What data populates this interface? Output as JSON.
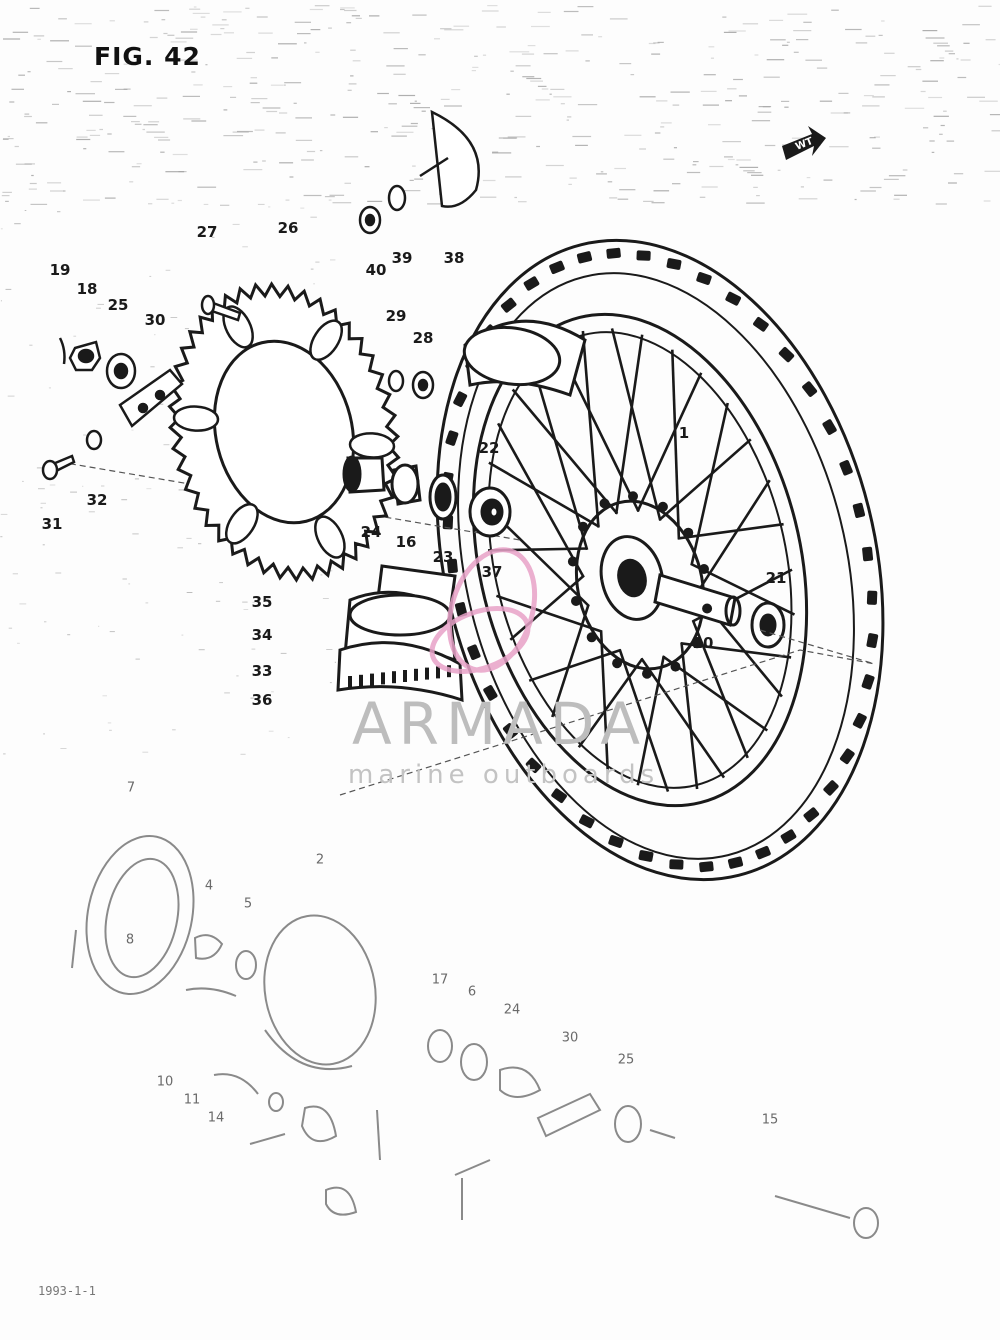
{
  "figure": {
    "title": "FIG. 42",
    "direction_tag": "WT",
    "footer_code": "1993-1-1"
  },
  "watermark": {
    "brand": "ARMADA",
    "subtitle": "marine outboards",
    "accent_color": "#e8a2c8"
  },
  "colors": {
    "line": "#1a1a1a",
    "faint_line": "#8a8a8a",
    "noise": "#9a9a9a"
  },
  "callouts_main": [
    {
      "id": "c19",
      "label": "19"
    },
    {
      "id": "c18",
      "label": "18"
    },
    {
      "id": "c25",
      "label": "25"
    },
    {
      "id": "c30",
      "label": "30"
    },
    {
      "id": "c27",
      "label": "27"
    },
    {
      "id": "c26",
      "label": "26"
    },
    {
      "id": "c40",
      "label": "40"
    },
    {
      "id": "c39",
      "label": "39"
    },
    {
      "id": "c38",
      "label": "38"
    },
    {
      "id": "c29",
      "label": "29"
    },
    {
      "id": "c28",
      "label": "28"
    },
    {
      "id": "c31",
      "label": "31"
    },
    {
      "id": "c32",
      "label": "32"
    },
    {
      "id": "c24",
      "label": "24"
    },
    {
      "id": "c16",
      "label": "16"
    },
    {
      "id": "c23",
      "label": "23"
    },
    {
      "id": "c22",
      "label": "22"
    },
    {
      "id": "c1",
      "label": "1"
    },
    {
      "id": "c37",
      "label": "37"
    },
    {
      "id": "c21",
      "label": "21"
    },
    {
      "id": "c20",
      "label": "20"
    },
    {
      "id": "c35",
      "label": "35"
    },
    {
      "id": "c34",
      "label": "34"
    },
    {
      "id": "c33",
      "label": "33"
    },
    {
      "id": "c36",
      "label": "36"
    }
  ],
  "callouts_lower": [
    {
      "id": "l7",
      "label": "7"
    },
    {
      "id": "l8",
      "label": "8"
    },
    {
      "id": "l4",
      "label": "4"
    },
    {
      "id": "l5",
      "label": "5"
    },
    {
      "id": "l2",
      "label": "2"
    },
    {
      "id": "l10",
      "label": "10"
    },
    {
      "id": "l11",
      "label": "11"
    },
    {
      "id": "l14",
      "label": "14"
    },
    {
      "id": "l17",
      "label": "17"
    },
    {
      "id": "l6",
      "label": "6"
    },
    {
      "id": "l24",
      "label": "24"
    },
    {
      "id": "l30",
      "label": "30"
    },
    {
      "id": "l25",
      "label": "25"
    },
    {
      "id": "l15",
      "label": "15"
    }
  ]
}
